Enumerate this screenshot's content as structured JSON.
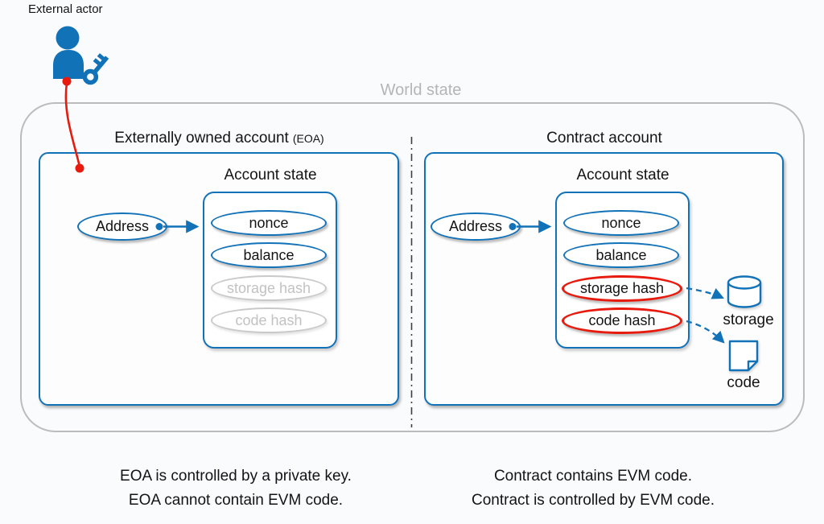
{
  "colors": {
    "blue": "#1272b8",
    "red": "#e8190d",
    "gray_text": "#b5b5b5",
    "gray_border": "#bcbcbc",
    "muted": "#c4c4c4",
    "dark_text": "#141414",
    "divider": "#404040"
  },
  "external_actor": {
    "label": "External actor"
  },
  "world_state": {
    "label": "World state"
  },
  "eoa": {
    "title_main": "Externally owned account",
    "title_suffix": "(EOA)",
    "account_state_title": "Account state",
    "address_label": "Address",
    "state_items": [
      {
        "label": "nonce",
        "style": "blue"
      },
      {
        "label": "balance",
        "style": "blue"
      },
      {
        "label": "storage hash",
        "style": "muted"
      },
      {
        "label": "code hash",
        "style": "muted"
      }
    ],
    "caption_line1": "EOA is controlled by a private key.",
    "caption_line2": "EOA cannot contain EVM code."
  },
  "contract": {
    "title_main": "Contract account",
    "account_state_title": "Account state",
    "address_label": "Address",
    "state_items": [
      {
        "label": "nonce",
        "style": "blue"
      },
      {
        "label": "balance",
        "style": "blue"
      },
      {
        "label": "storage hash",
        "style": "red"
      },
      {
        "label": "code hash",
        "style": "red"
      }
    ],
    "storage_label": "storage",
    "code_label": "code",
    "caption_line1": "Contract contains EVM code.",
    "caption_line2": "Contract is controlled by EVM code."
  }
}
